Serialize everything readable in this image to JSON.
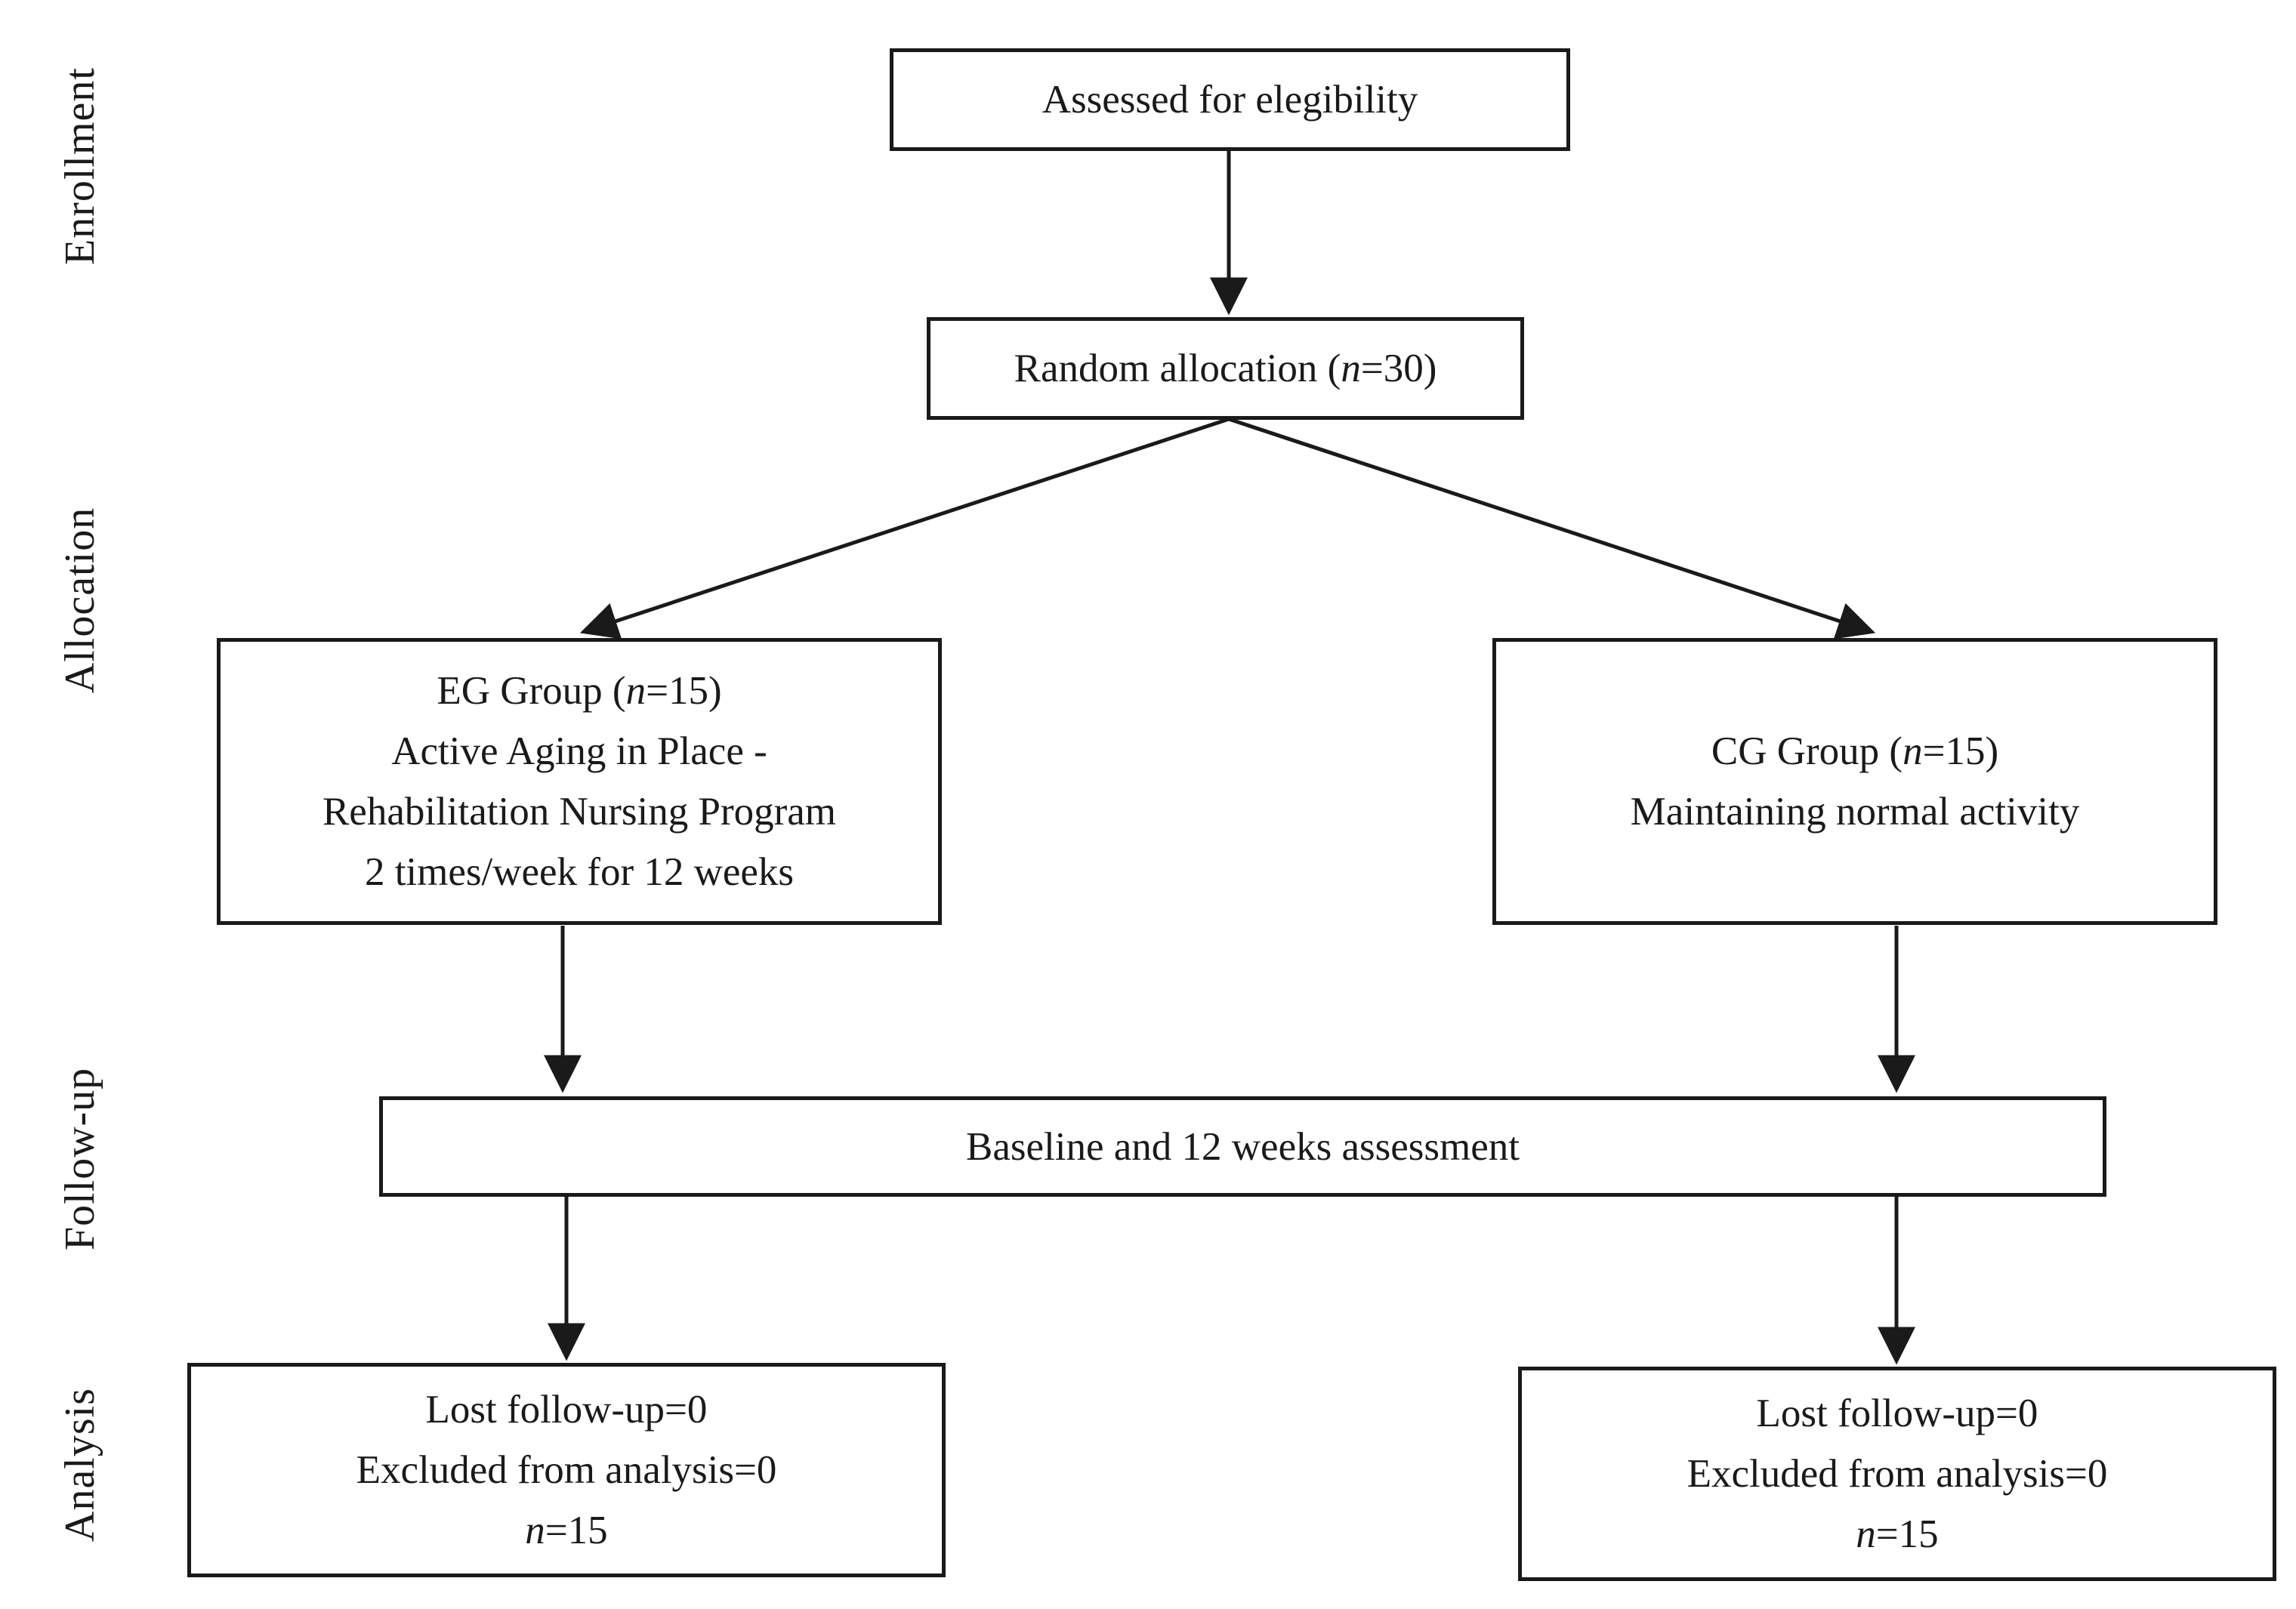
{
  "stages": {
    "enrollment": "Enrollment",
    "allocation": "Allocation",
    "follow_up": "Follow-up",
    "analysis": "Analysis"
  },
  "boxes": {
    "assessed": {
      "text": "Assessed for elegibility"
    },
    "random_allocation": {
      "prefix": "Random allocation (",
      "n_var": "n",
      "suffix": "=30)"
    },
    "eg_group": {
      "line1_prefix": "EG Group (",
      "line1_n_var": "n",
      "line1_suffix": "=15)",
      "line2": "Active Aging in Place -",
      "line3": "Rehabilitation Nursing Program",
      "line4": "2 times/week for 12 weeks"
    },
    "cg_group": {
      "line1_prefix": "CG Group (",
      "line1_n_var": "n",
      "line1_suffix": "=15)",
      "line2": "Maintaining normal activity"
    },
    "assessment": {
      "text": "Baseline and 12 weeks assessment"
    },
    "eg_analysis": {
      "line1": "Lost follow-up=0",
      "line2": "Excluded from analysis=0",
      "n_var": "n",
      "n_suffix": "=15"
    },
    "cg_analysis": {
      "line1": "Lost follow-up=0",
      "line2": "Excluded from analysis=0",
      "n_var": "n",
      "n_suffix": "=15"
    }
  },
  "colors": {
    "stroke": "#1a1a1a",
    "background": "#ffffff"
  }
}
